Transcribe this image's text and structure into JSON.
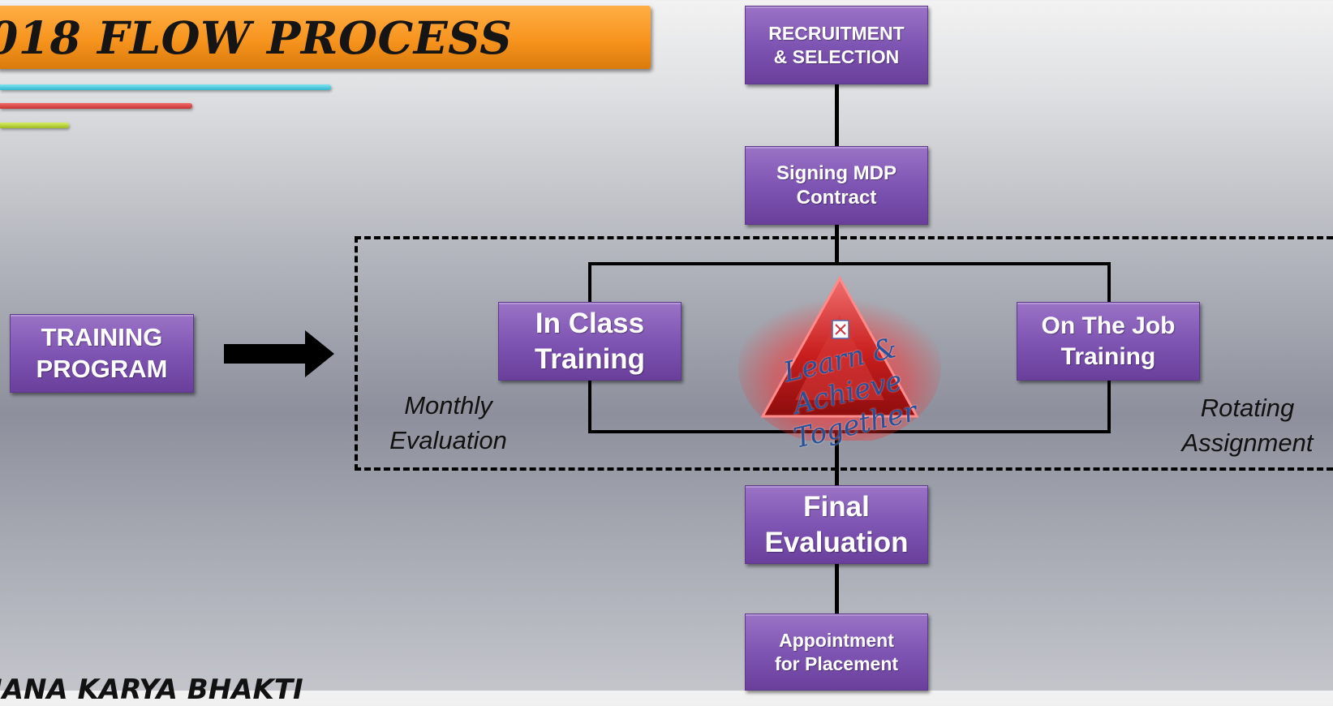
{
  "header": {
    "title": "018 FLOW PROCESS",
    "stripe_colors": [
      "#33b6cc",
      "#c83232",
      "#9dbb20"
    ],
    "accent_color": "#f7941e"
  },
  "boxes": {
    "recruitment": "RECRUITMENT\n& SELECTION",
    "signing": "Signing MDP\nContract",
    "training_program": "TRAINING\nPROGRAM",
    "in_class": "In Class\nTraining",
    "on_the_job": "On The Job\nTraining",
    "final_evaluation": "Final\nEvaluation",
    "appointment": "Appointment\nfor Placement"
  },
  "labels": {
    "monthly": "Monthly\nEvaluation",
    "rotating": "Rotating\nAssignment",
    "tagline": "Learn & Achieve\nTogether"
  },
  "footer": {
    "text": "JANA KARYA BHAKTI"
  },
  "colors": {
    "box_purple": "#7e55b3",
    "triangle_red": "#d42a2a",
    "tagline_blue": "#25509a"
  },
  "icons": {
    "center": "red-triangle-logo",
    "flow_arrow": "right-arrow-icon"
  }
}
